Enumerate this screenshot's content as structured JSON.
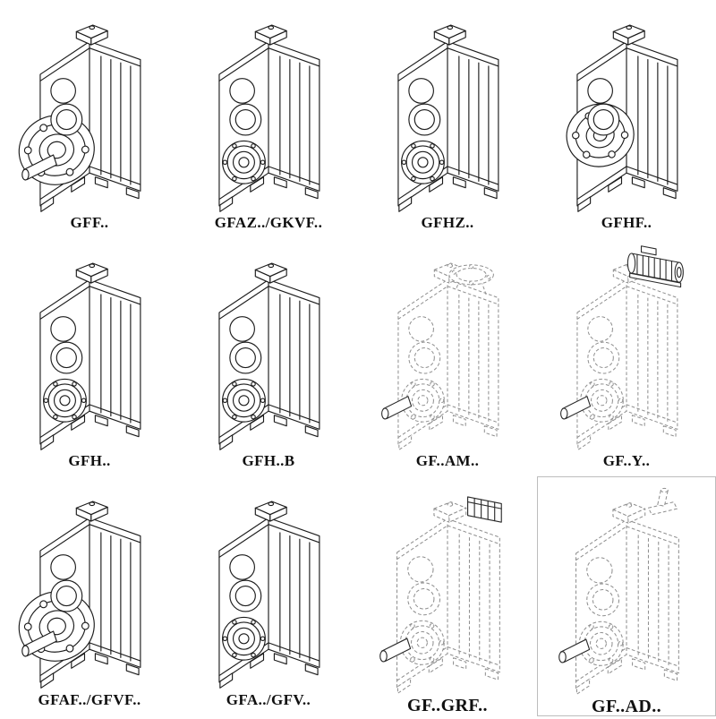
{
  "page": {
    "title": "Gear reducer model range catalog",
    "background": "#ffffff",
    "ink_color": "#1c1c1c",
    "dashed_ink_color": "#8f8f8f"
  },
  "cells": [
    {
      "label": "GFF..",
      "style": "solid",
      "drawing": "flange-mounted-gearbox-with-output-shaft"
    },
    {
      "label": "GFAZ../GKVF..",
      "style": "solid",
      "drawing": "shaft-mounted-gearbox"
    },
    {
      "label": "GFHZ..",
      "style": "solid",
      "drawing": "hollow-shaft-gearbox"
    },
    {
      "label": "GFHF..",
      "style": "solid",
      "drawing": "flange-mounted-gearbox"
    },
    {
      "label": "GFH..",
      "style": "solid",
      "drawing": "hollow-shaft-gearbox"
    },
    {
      "label": "GFH..B",
      "style": "solid",
      "drawing": "hollow-shaft-gearbox-with-base"
    },
    {
      "label": "GF..AM..",
      "style": "dashed",
      "drawing": "gearbox-with-motor-adapter-flange"
    },
    {
      "label": "GF..Y..",
      "style": "dashed",
      "drawing": "gearbox-with-mounted-motor"
    },
    {
      "label": "GFAF../GFVF..",
      "style": "solid",
      "drawing": "flange-mounted-gearbox-with-output-shaft"
    },
    {
      "label": "GFA../GFV..",
      "style": "solid",
      "drawing": "shaft-mounted-gearbox"
    },
    {
      "label": "GF..GRF..",
      "style": "dashed",
      "drawing": "gearbox-with-input-adapter"
    },
    {
      "label": "GF..AD..",
      "style": "dashed",
      "drawing": "gearbox-with-input-shaft-adapter"
    }
  ]
}
